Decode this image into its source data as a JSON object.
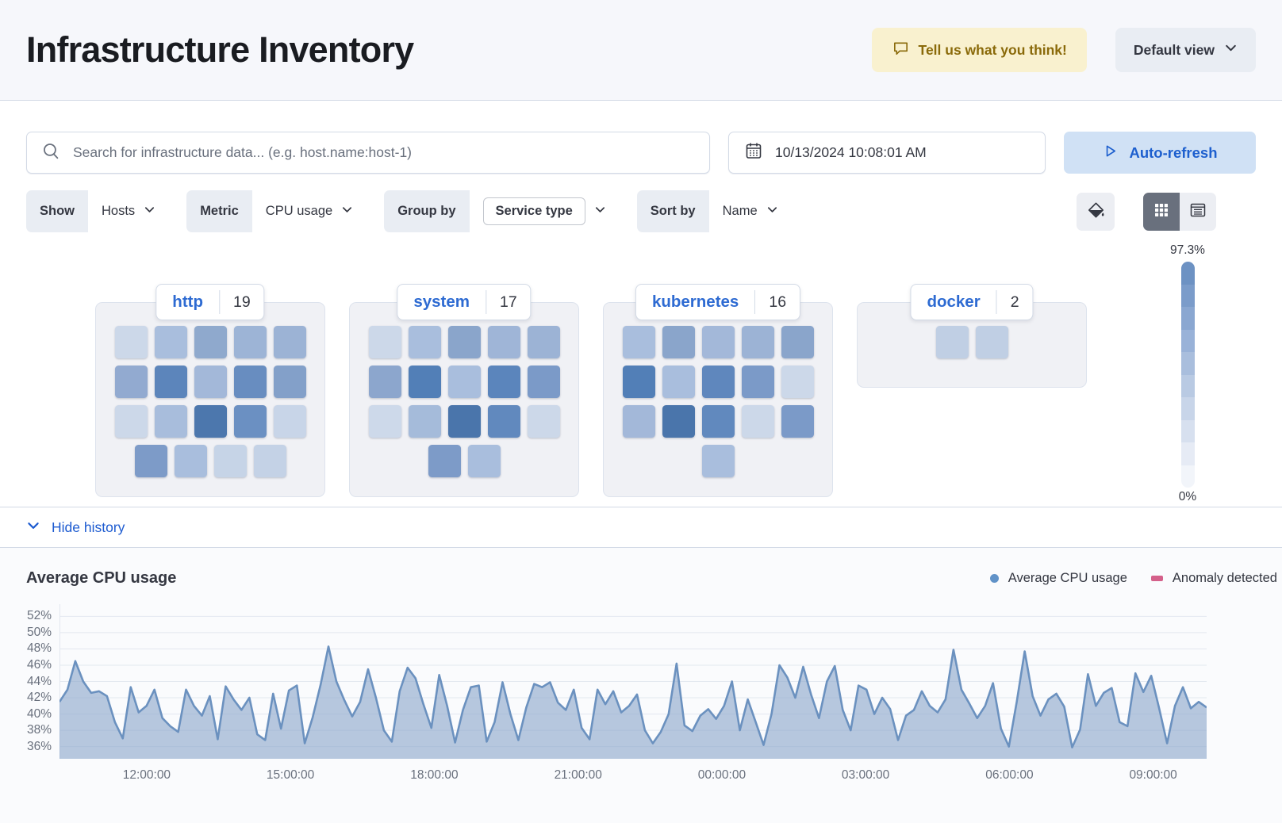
{
  "header": {
    "title": "Infrastructure Inventory",
    "feedback_button": "Tell us what you think!",
    "view_dropdown": "Default view"
  },
  "toolbar": {
    "search_placeholder": "Search for infrastructure data... (e.g. host.name:host-1)",
    "datetime": "10/13/2024 10:08:01 AM",
    "auto_refresh_label": "Auto-refresh"
  },
  "filters": {
    "show_label": "Show",
    "show_value": "Hosts",
    "metric_label": "Metric",
    "metric_value": "CPU usage",
    "group_by_label": "Group by",
    "group_by_value": "Service type",
    "sort_by_label": "Sort by",
    "sort_by_value": "Name"
  },
  "waffle": {
    "groups": [
      {
        "name": "http",
        "count": "19",
        "rows": [
          [
            "#ccd8e9",
            "#a9bedd",
            "#8fa9cd",
            "#9db4d6",
            "#9cb3d5"
          ],
          [
            "#92aad0",
            "#5c85bb",
            "#a3b8d9",
            "#688dc0",
            "#83a0c9"
          ],
          [
            "#ccd8e9",
            "#a8bddc",
            "#4c77ad",
            "#6b90c2",
            "#c8d5e8"
          ],
          [
            "#7d9bc8",
            "#a9bedd",
            "#c6d4e7",
            "#c4d2e6"
          ]
        ]
      },
      {
        "name": "system",
        "count": "17",
        "rows": [
          [
            "#ccd8e9",
            "#a9bedd",
            "#8aa5cb",
            "#9fb5d7",
            "#9cb3d5"
          ],
          [
            "#8ca6cd",
            "#527fb7",
            "#a9bedd",
            "#5b85bc",
            "#7b9ac8"
          ],
          [
            "#cdd9ea",
            "#a5bbda",
            "#4a75ab",
            "#6189be",
            "#ccd8e9"
          ],
          [
            "#7d9bc8",
            "#a9bedd"
          ]
        ]
      },
      {
        "name": "kubernetes",
        "count": "16",
        "rows": [
          [
            "#a9bedd",
            "#8aa5cb",
            "#a3b8d9",
            "#9cb3d5",
            "#8aa5cb"
          ],
          [
            "#527fb7",
            "#a9bedd",
            "#5f87bd",
            "#7b9ac8",
            "#ccd8e9"
          ],
          [
            "#a3b8d9",
            "#4a75ab",
            "#6189be",
            "#ccd8e9",
            "#7b9ac8"
          ],
          [
            "#a9bedd"
          ]
        ]
      },
      {
        "name": "docker",
        "count": "2",
        "rows": [
          [
            "#c0cfe4",
            "#c0cfe4"
          ]
        ]
      }
    ],
    "legend": {
      "max": "97.3%",
      "min": "0%",
      "steps": [
        "#6d92c3",
        "#7b9cca",
        "#8aa7d1",
        "#99b2d8",
        "#a9bedd",
        "#b9cae3",
        "#c8d5e9",
        "#d7e0ef",
        "#e6ebf5",
        "#f2f5fa"
      ]
    }
  },
  "history": {
    "toggle_label": "Hide history"
  },
  "chart_data": {
    "type": "area",
    "title": "Average CPU usage",
    "legend": [
      {
        "label": "Average CPU usage",
        "color": "#6092c8",
        "shape": "dot"
      },
      {
        "label": "Anomaly detected",
        "color": "#d4608a",
        "shape": "rect"
      }
    ],
    "y_ticks": [
      "52%",
      "50%",
      "48%",
      "46%",
      "44%",
      "42%",
      "40%",
      "38%",
      "36%"
    ],
    "x_ticks": [
      "12:00:00",
      "15:00:00",
      "18:00:00",
      "21:00:00",
      "00:00:00",
      "03:00:00",
      "06:00:00",
      "09:00:00"
    ],
    "ylim": [
      36,
      52
    ],
    "grid": true,
    "line_color": "#6b91bf",
    "fill_color": "#89a5ca",
    "series": [
      {
        "name": "Average CPU usage",
        "values": [
          41.5,
          43.0,
          46.5,
          44.0,
          42.6,
          42.8,
          42.2,
          39.0,
          37.0,
          43.3,
          40.2,
          41.0,
          43.0,
          39.5,
          38.5,
          37.8,
          43.0,
          41.0,
          39.8,
          42.2,
          36.9,
          43.4,
          41.8,
          40.5,
          42.0,
          37.5,
          36.8,
          42.5,
          38.2,
          42.9,
          43.5,
          36.4,
          39.6,
          43.6,
          48.3,
          44.0,
          41.7,
          39.7,
          41.5,
          45.5,
          42.0,
          38.0,
          36.6,
          42.8,
          45.7,
          44.4,
          41.2,
          38.3,
          44.8,
          41.0,
          36.5,
          40.5,
          43.3,
          43.5,
          36.6,
          39.0,
          43.9,
          40.0,
          36.8,
          40.8,
          43.7,
          43.3,
          43.9,
          41.4,
          40.5,
          43.0,
          38.3,
          36.9,
          43.0,
          41.2,
          42.8,
          40.2,
          41.0,
          42.4,
          38.0,
          36.4,
          37.8,
          40.0,
          46.2,
          38.6,
          37.9,
          39.8,
          40.6,
          39.4,
          41.0,
          44.0,
          38.0,
          41.8,
          39.0,
          36.2,
          40.0,
          46.0,
          44.5,
          42.0,
          45.8,
          42.4,
          39.5,
          44.0,
          45.9,
          40.5,
          38.0,
          43.5,
          43.0,
          40.0,
          42.0,
          40.6,
          36.8,
          39.8,
          40.5,
          42.8,
          41.0,
          40.2,
          41.8,
          47.9,
          43.0,
          41.3,
          39.5,
          41.0,
          43.8,
          38.2,
          36.0,
          41.5,
          47.7,
          42.2,
          39.8,
          41.8,
          42.5,
          40.9,
          35.9,
          38.1,
          44.9,
          41.0,
          42.6,
          43.2,
          39.0,
          38.5,
          45.0,
          42.7,
          44.7,
          40.7,
          36.4,
          41.0,
          43.3,
          40.7,
          41.5,
          40.8
        ]
      }
    ]
  }
}
